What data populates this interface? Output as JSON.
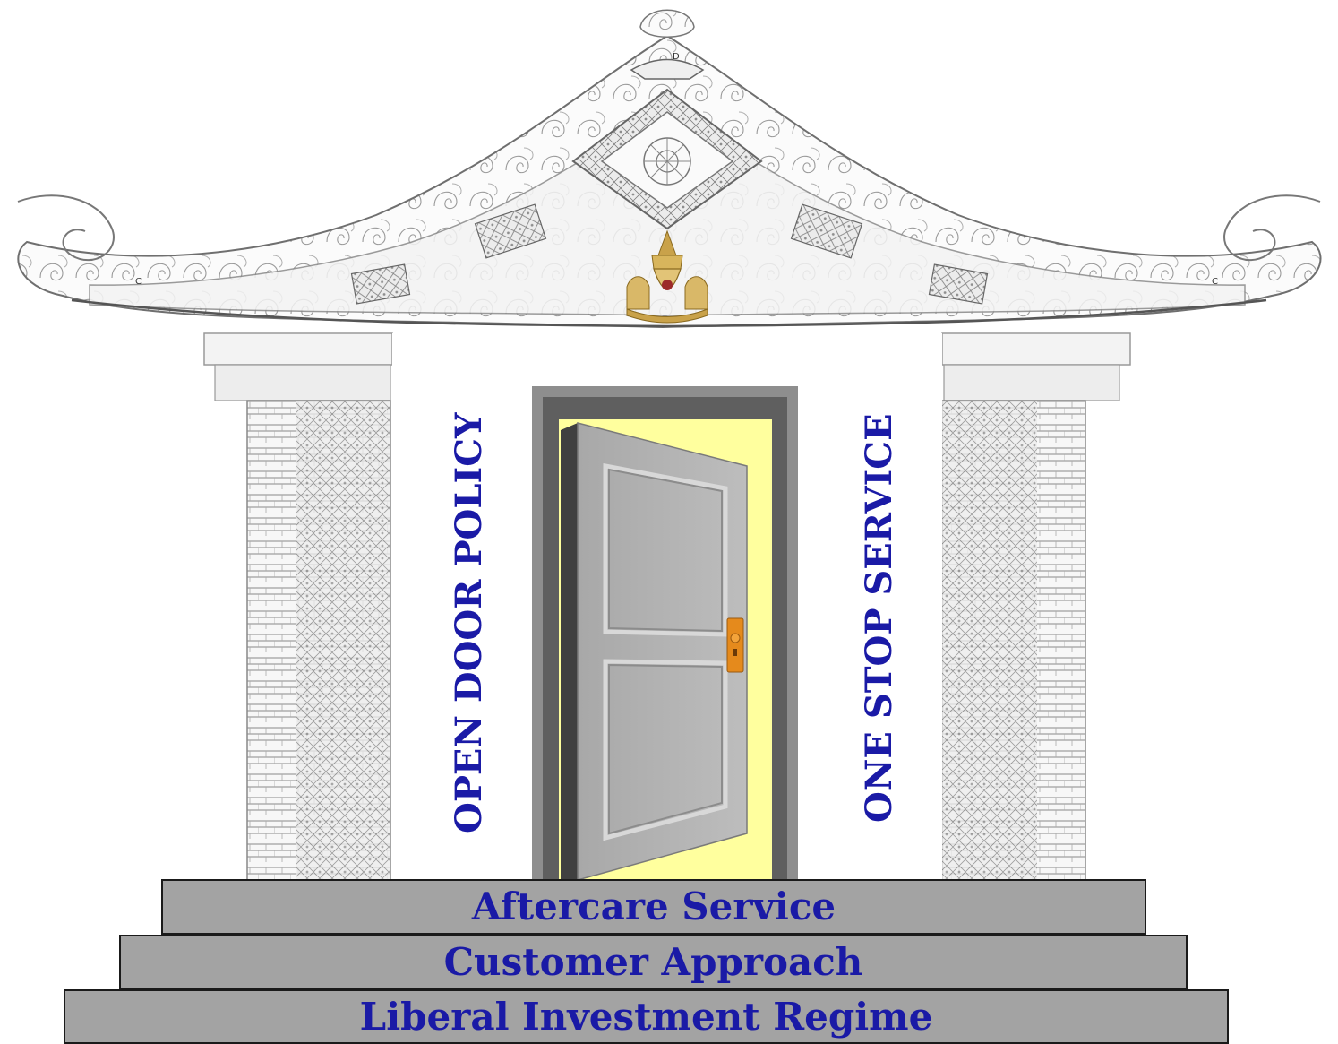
{
  "pillars": {
    "left": "OPEN DOOR POLICY",
    "right": "ONE STOP SERVICE"
  },
  "steps": [
    {
      "label": "Aftercare Service"
    },
    {
      "label": "Customer Approach"
    },
    {
      "label": "Liberal Investment Regime"
    }
  ],
  "roof_markers": {
    "top": "D",
    "left": "C",
    "right": "C"
  },
  "colors": {
    "label_text": "#1a1aa6",
    "door_glow": "#ffff9e",
    "door": "#b5b5b5",
    "step_fill": "#a3a3a3",
    "emblem": "#c9a24a"
  }
}
